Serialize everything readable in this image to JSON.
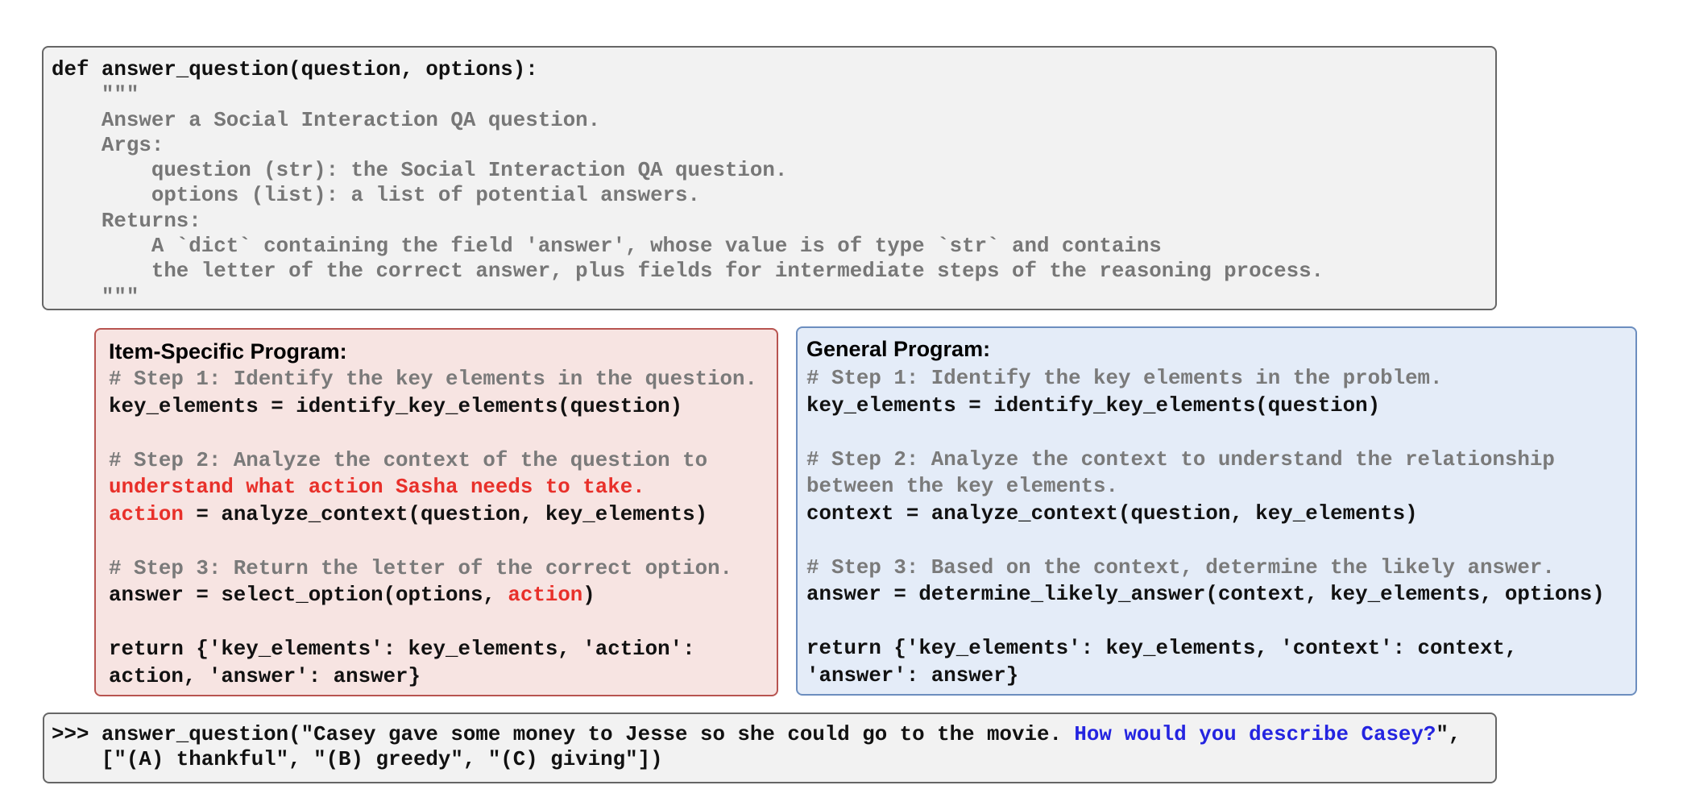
{
  "colors": {
    "signature_box_fill": "#f2f2f2",
    "signature_box_border": "#666666",
    "item_box_fill": "#f7e4e2",
    "item_box_border": "#b85450",
    "general_box_fill": "#e4ecf8",
    "general_box_border": "#6c8ebf",
    "code_text": "#111111",
    "docstring_text": "#777777",
    "highlight_red": "#e8302a",
    "highlight_blue": "#2424e0"
  },
  "signature": {
    "lines": [
      [
        {
          "text": "def answer_question(question, options):",
          "style": "code"
        }
      ],
      [
        {
          "text": "    \"\"\"",
          "style": "doc"
        }
      ],
      [
        {
          "text": "    Answer a Social Interaction QA question.",
          "style": "doc"
        }
      ],
      [
        {
          "text": "    Args:",
          "style": "doc"
        }
      ],
      [
        {
          "text": "        question (str): the Social Interaction QA question.",
          "style": "doc"
        }
      ],
      [
        {
          "text": "        options (list): a list of potential answers.",
          "style": "doc"
        }
      ],
      [
        {
          "text": "    Returns:",
          "style": "doc"
        }
      ],
      [
        {
          "text": "        A `dict` containing the field 'answer', whose value is of type `str` and contains",
          "style": "doc"
        }
      ],
      [
        {
          "text": "        the letter of the correct answer, plus fields for intermediate steps of the reasoning process.",
          "style": "doc"
        }
      ],
      [
        {
          "text": "    \"\"\"",
          "style": "doc"
        }
      ]
    ]
  },
  "item_specific": {
    "title": "Item-Specific Program:",
    "lines": [
      [
        {
          "text": "# Step 1: Identify the key elements in the question.",
          "style": "comment"
        }
      ],
      [
        {
          "text": "key_elements = identify_key_elements(question)",
          "style": "code"
        }
      ],
      [
        {
          "text": "",
          "style": "code"
        }
      ],
      [
        {
          "text": "# Step 2: Analyze the context of the question to",
          "style": "comment"
        }
      ],
      [
        {
          "text": "understand what action Sasha needs to take.",
          "style": "red"
        }
      ],
      [
        {
          "text": "action",
          "style": "red"
        },
        {
          "text": " = analyze_context(question, key_elements)",
          "style": "code"
        }
      ],
      [
        {
          "text": "",
          "style": "code"
        }
      ],
      [
        {
          "text": "# Step 3: Return the letter of the correct option.",
          "style": "comment"
        }
      ],
      [
        {
          "text": "answer = select_option(options, ",
          "style": "code"
        },
        {
          "text": "action",
          "style": "red"
        },
        {
          "text": ")",
          "style": "code"
        }
      ],
      [
        {
          "text": "",
          "style": "code"
        }
      ],
      [
        {
          "text": "return {'key_elements': key_elements, 'action':",
          "style": "code"
        }
      ],
      [
        {
          "text": "action, 'answer': answer}",
          "style": "code"
        }
      ]
    ]
  },
  "general": {
    "title": "General Program:",
    "lines": [
      [
        {
          "text": "# Step 1: Identify the key elements in the problem.",
          "style": "comment"
        }
      ],
      [
        {
          "text": "key_elements = identify_key_elements(question)",
          "style": "code"
        }
      ],
      [
        {
          "text": "",
          "style": "code"
        }
      ],
      [
        {
          "text": "# Step 2: Analyze the context to understand the relationship",
          "style": "comment"
        }
      ],
      [
        {
          "text": "between the key elements.",
          "style": "comment"
        }
      ],
      [
        {
          "text": "context = analyze_context(question, key_elements)",
          "style": "code"
        }
      ],
      [
        {
          "text": "",
          "style": "code"
        }
      ],
      [
        {
          "text": "# Step 3: Based on the context, determine the likely answer.",
          "style": "comment"
        }
      ],
      [
        {
          "text": "answer = determine_likely_answer(context, key_elements, options)",
          "style": "code"
        }
      ],
      [
        {
          "text": "",
          "style": "code"
        }
      ],
      [
        {
          "text": "return {'key_elements': key_elements, 'context': context,",
          "style": "code"
        }
      ],
      [
        {
          "text": "'answer': answer}",
          "style": "code"
        }
      ]
    ]
  },
  "call": {
    "lines": [
      [
        {
          "text": ">>> answer_question(\"Casey gave some money to Jesse so she could go to the movie. ",
          "style": "code"
        },
        {
          "text": "How would you describe Casey?",
          "style": "blue"
        },
        {
          "text": "\",",
          "style": "code"
        }
      ],
      [
        {
          "text": "    [\"(A) thankful\", \"(B) greedy\", \"(C) giving\"])",
          "style": "code"
        }
      ]
    ]
  }
}
